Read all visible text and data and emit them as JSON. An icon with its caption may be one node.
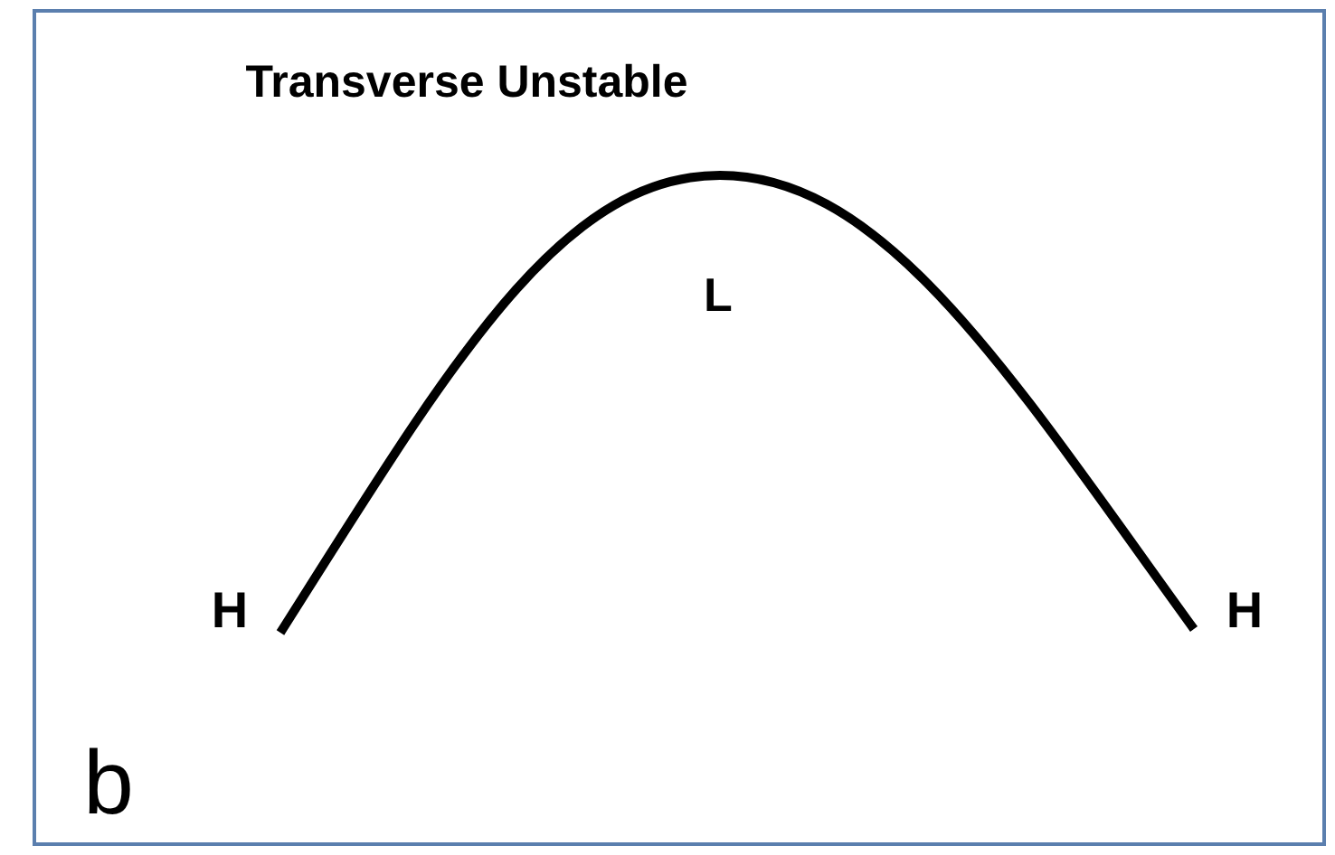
{
  "diagram": {
    "title": "Transverse Unstable",
    "labels": [
      "L",
      "H",
      "H",
      "b"
    ]
  }
}
